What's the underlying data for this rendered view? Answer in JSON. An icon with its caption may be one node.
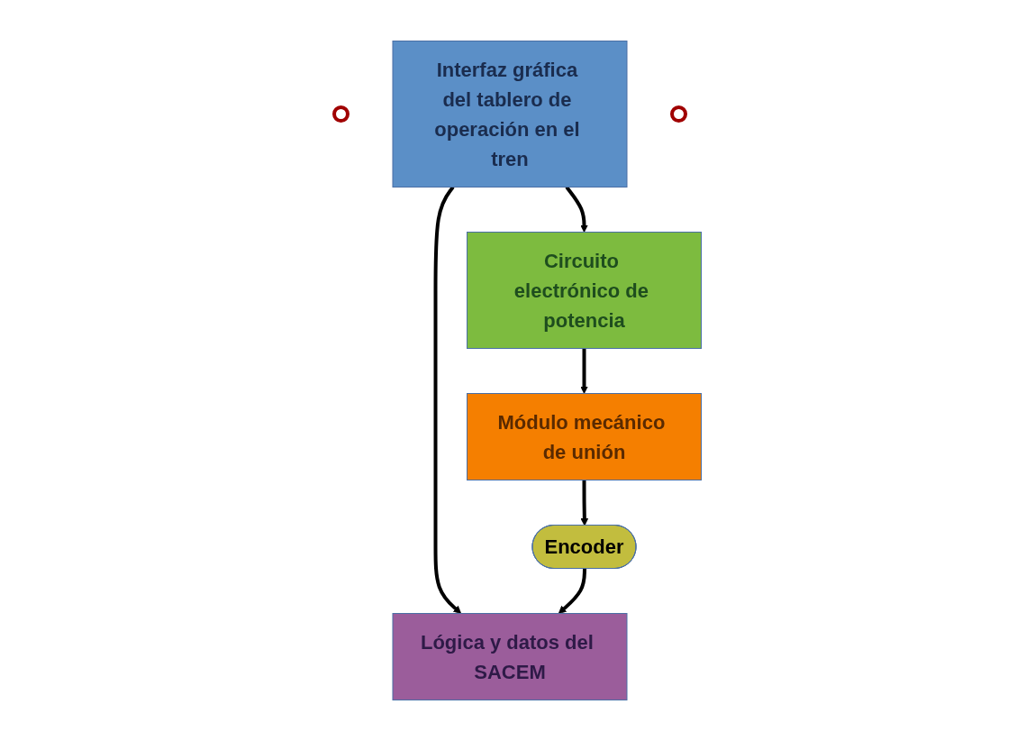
{
  "diagram": {
    "nodes": [
      {
        "text": [
          "Lógica y datos del SACEM"
        ]
      },
      {
        "text": [],
        "shape": "ellipse"
      },
      {
        "text": [
          "Interfaz gráfica del tablero de operación en el tren"
        ]
      },
      {
        "text": [],
        "shape": "ellipse"
      },
      {
        "text": [
          "Circuito electrónico de potencia"
        ]
      },
      {
        "text": [
          "Módulo mecánico de unión"
        ]
      },
      {
        "text": [
          "Encoder"
        ]
      }
    ],
    "edges": [
      {
        "from": 2,
        "to": 0,
        "arrow": "to"
      },
      {
        "from": 2,
        "to": 4,
        "arrow": "to"
      },
      {
        "from": 4,
        "to": 5,
        "arrow": "to"
      },
      {
        "from": 5,
        "to": 6,
        "arrow": "to"
      },
      {
        "from": 6,
        "to": 0,
        "arrow": "to"
      }
    ]
  }
}
